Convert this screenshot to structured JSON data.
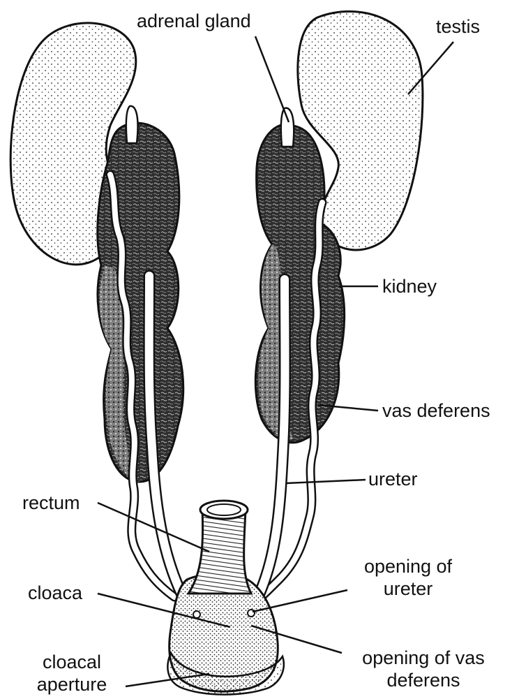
{
  "labels": {
    "adrenal_gland": "adrenal gland",
    "testis": "testis",
    "kidney": "kidney",
    "vas_deferens": "vas deferens",
    "ureter": "ureter",
    "rectum": "rectum",
    "opening_of_ureter_1": "opening of",
    "opening_of_ureter_2": "ureter",
    "cloaca": "cloaca",
    "opening_of_vas_deferens_1": "opening of vas",
    "opening_of_vas_deferens_2": "deferens",
    "cloacal_aperture_1": "cloacal",
    "cloacal_aperture_2": "aperture"
  },
  "colors": {
    "ink": "#111111",
    "paper": "#ffffff",
    "kidney_fill": "#3a3a3a"
  }
}
